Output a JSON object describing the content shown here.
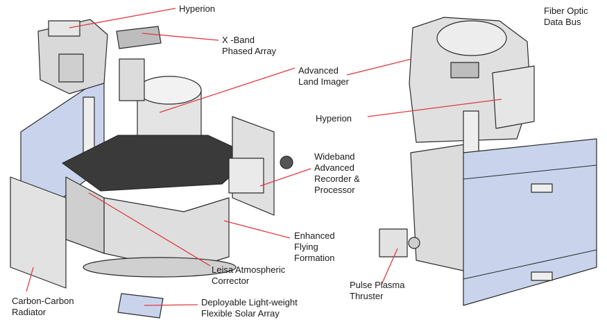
{
  "labels": {
    "hyperion_top": [
      "Hyperion"
    ],
    "x_band": [
      "X -Band",
      "Phased Array"
    ],
    "advanced_land_imager": [
      "Advanced",
      "Land Imager"
    ],
    "hyperion_right": [
      "Hyperion"
    ],
    "fiber_optic": [
      "Fiber Optic",
      "Data Bus"
    ],
    "wideband": [
      "Wideband",
      "Advanced",
      "Recorder &",
      "Processor"
    ],
    "enhanced_flying": [
      "Enhanced",
      "Flying",
      "Formation"
    ],
    "leisa": [
      "Leisa Atmospheric",
      "Corrector"
    ],
    "pulse_plasma": [
      "Pulse Plasma",
      "Thruster"
    ],
    "carbon_radiator": [
      "Carbon-Carbon",
      "Radiator"
    ],
    "solar_array": [
      "Deployable Light-weight",
      "Flexible Solar Array"
    ]
  },
  "colors": {
    "leader_line": "#e0393e",
    "panel_blue": "#c9d4ec",
    "hull_gray": "#dedede",
    "outline": "#2a2a2a"
  }
}
